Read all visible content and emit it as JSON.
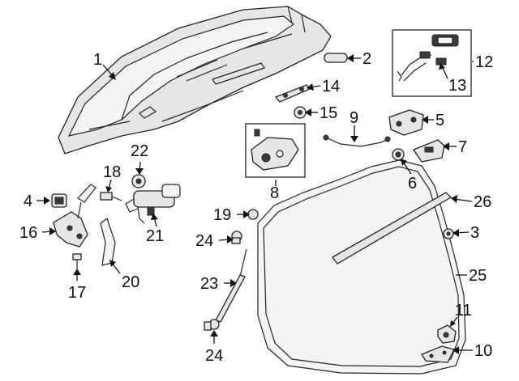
{
  "diagram": {
    "callouts": [
      {
        "id": "c1",
        "label": "1"
      },
      {
        "id": "c2",
        "label": "2"
      },
      {
        "id": "c3",
        "label": "3"
      },
      {
        "id": "c4",
        "label": "4"
      },
      {
        "id": "c5",
        "label": "5"
      },
      {
        "id": "c6",
        "label": "6"
      },
      {
        "id": "c7",
        "label": "7"
      },
      {
        "id": "c8",
        "label": "8"
      },
      {
        "id": "c9",
        "label": "9"
      },
      {
        "id": "c10",
        "label": "10"
      },
      {
        "id": "c11",
        "label": "11"
      },
      {
        "id": "c12",
        "label": "12"
      },
      {
        "id": "c13",
        "label": "13"
      },
      {
        "id": "c14",
        "label": "14"
      },
      {
        "id": "c15",
        "label": "15"
      },
      {
        "id": "c16",
        "label": "16"
      },
      {
        "id": "c17",
        "label": "17"
      },
      {
        "id": "c18",
        "label": "18"
      },
      {
        "id": "c19",
        "label": "19"
      },
      {
        "id": "c20",
        "label": "20"
      },
      {
        "id": "c21",
        "label": "21"
      },
      {
        "id": "c22",
        "label": "22"
      },
      {
        "id": "c23",
        "label": "23"
      },
      {
        "id": "c24a",
        "label": "24"
      },
      {
        "id": "c24b",
        "label": "24"
      },
      {
        "id": "c25",
        "label": "25"
      },
      {
        "id": "c26",
        "label": "26"
      }
    ]
  }
}
